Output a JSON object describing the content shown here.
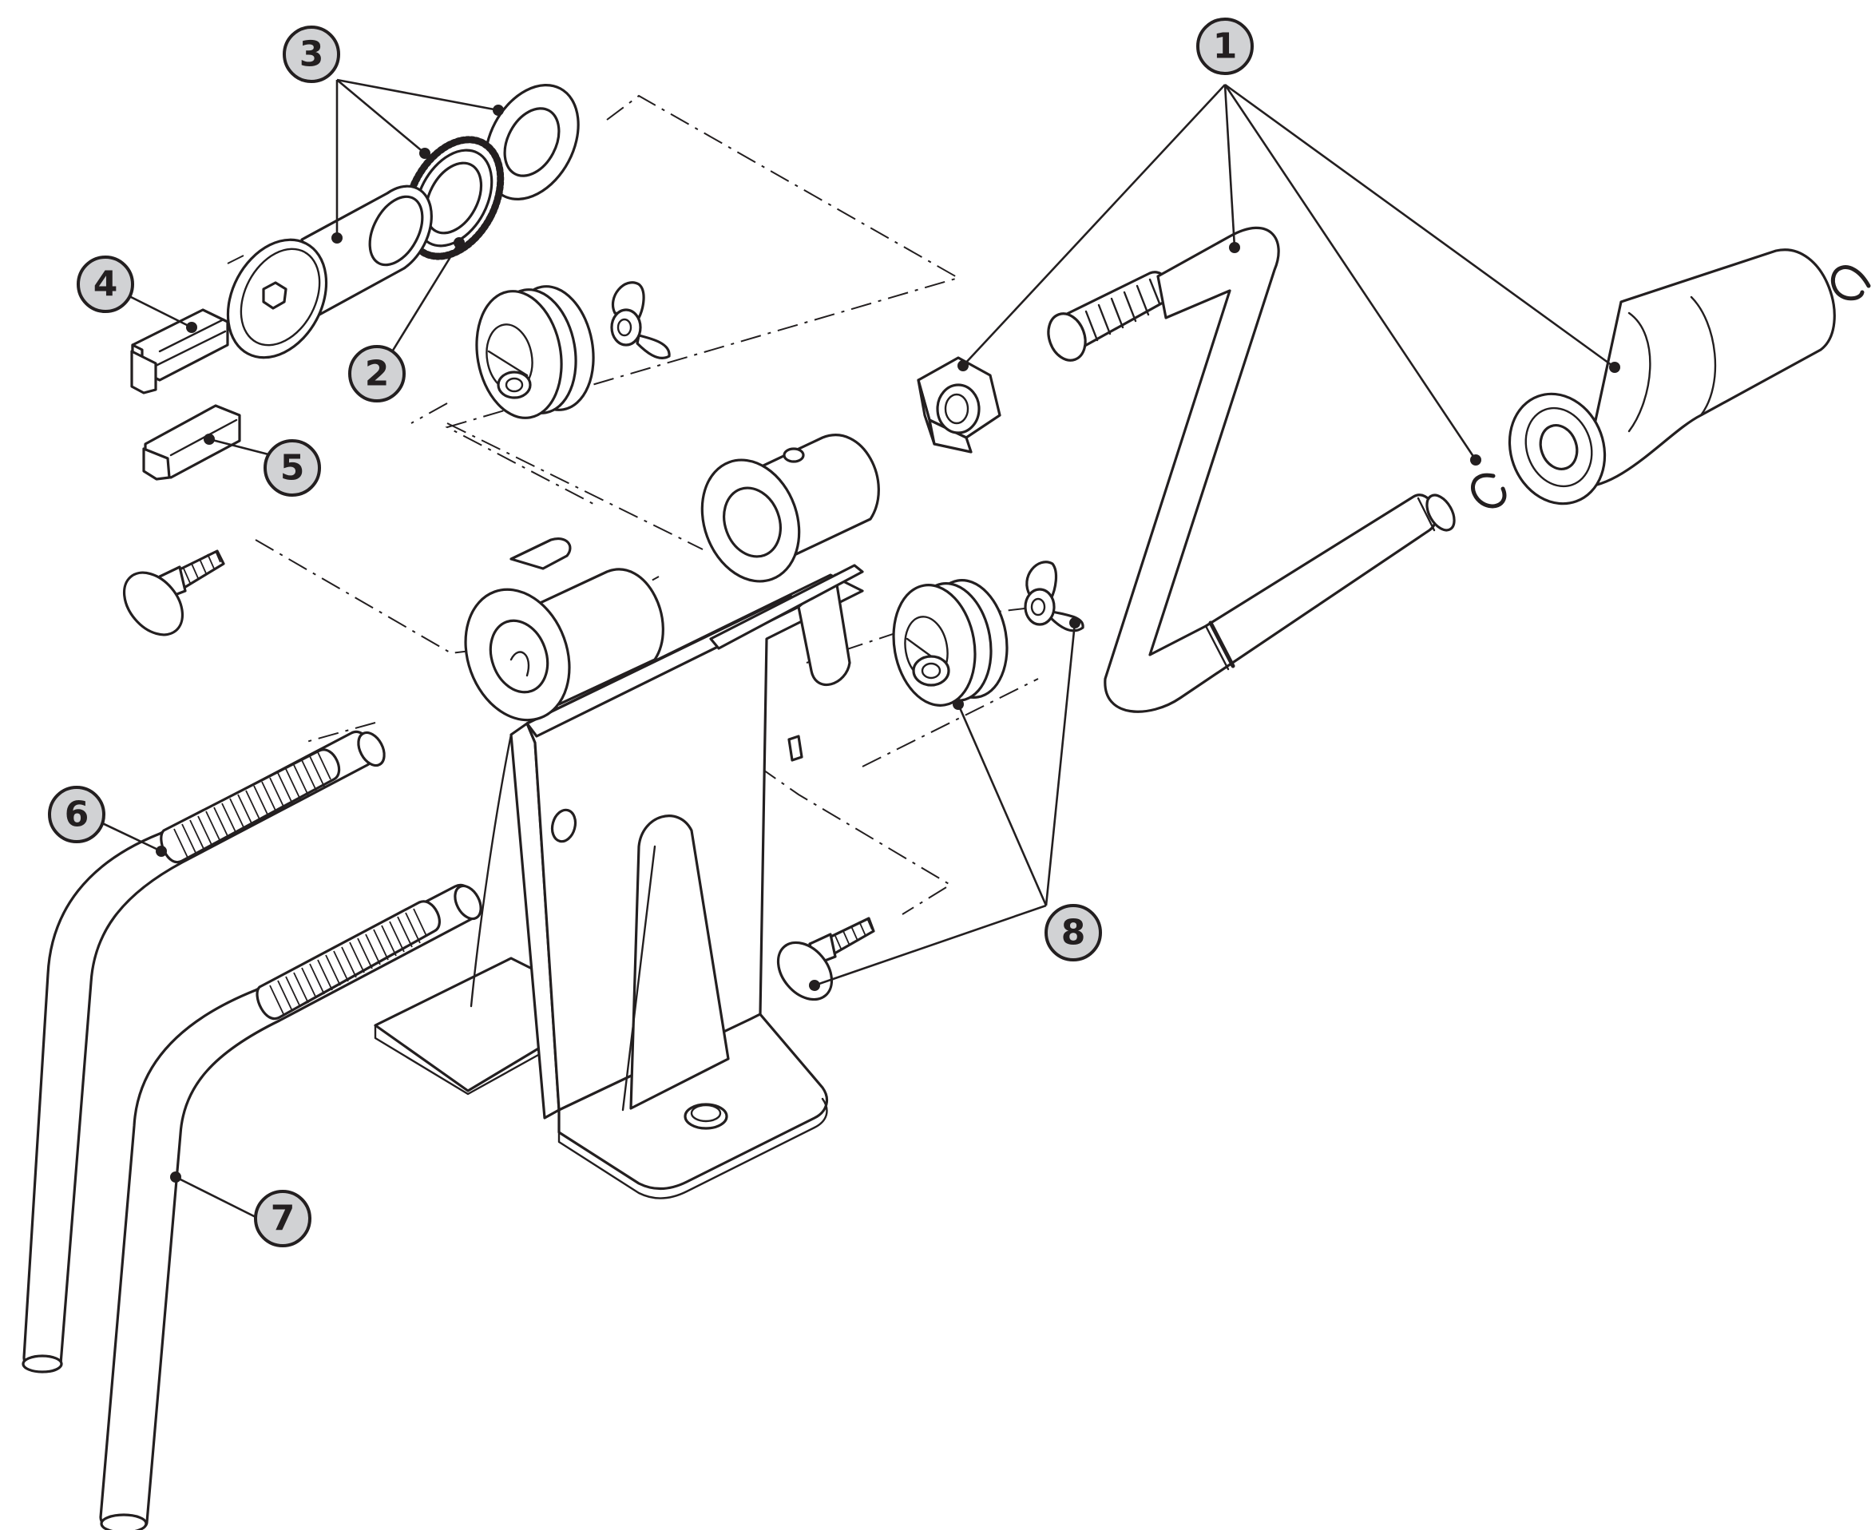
{
  "diagram": {
    "type": "exploded assembly drawing",
    "colors": {
      "line": "#231f20",
      "callout_fill": "#d1d2d4",
      "background": "#ffffff"
    },
    "callouts": [
      {
        "id": "callout-1",
        "label": "1"
      },
      {
        "id": "callout-2",
        "label": "2"
      },
      {
        "id": "callout-3",
        "label": "3"
      },
      {
        "id": "callout-4",
        "label": "4"
      },
      {
        "id": "callout-5",
        "label": "5"
      },
      {
        "id": "callout-6",
        "label": "6"
      },
      {
        "id": "callout-7",
        "label": "7"
      },
      {
        "id": "callout-8",
        "label": "8"
      }
    ]
  }
}
